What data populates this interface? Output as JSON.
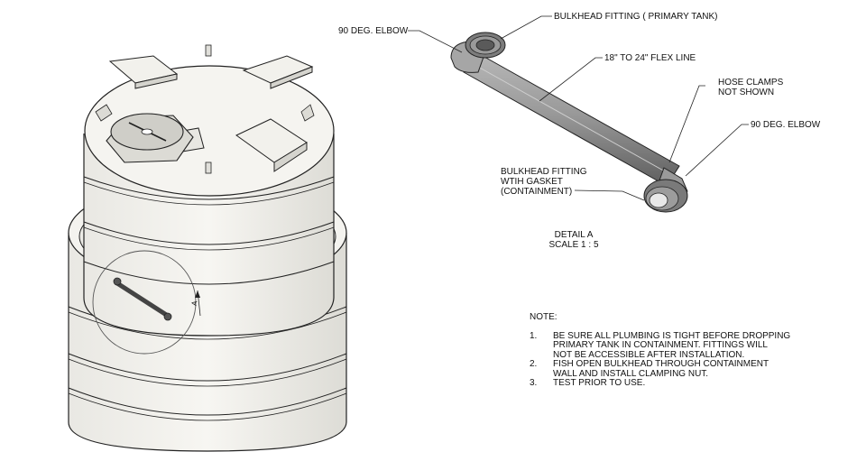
{
  "callouts": {
    "elbow_top": "90 DEG. ELBOW",
    "bulkhead_primary": "BULKHEAD FITTING ( PRIMARY TANK)",
    "flex_line": "18\" TO 24\" FLEX LINE",
    "hose_clamps_line1": "HOSE CLAMPS",
    "hose_clamps_line2": "NOT SHOWN",
    "elbow_right": "90 DEG. ELBOW",
    "bulkhead_containment_line1": "BULKHEAD FITTING",
    "bulkhead_containment_line2": "WTIH GASKET",
    "bulkhead_containment_line3": "(CONTAINMENT)"
  },
  "detail": {
    "title": "DETAIL A",
    "scale": "SCALE 1 : 5",
    "marker": "A"
  },
  "notes": {
    "heading": "NOTE:",
    "items": [
      {
        "num": "1.",
        "lines": [
          "BE SURE ALL PLUMBING IS TIGHT BEFORE DROPPING",
          "PRIMARY TANK IN CONTAINMENT. FITTINGS WILL",
          "NOT BE ACCESSIBLE AFTER INSTALLATION."
        ]
      },
      {
        "num": "2.",
        "lines": [
          "FISH OPEN BULKHEAD THROUGH CONTAINMENT",
          "WALL AND INSTALL CLAMPING NUT."
        ]
      },
      {
        "num": "3.",
        "lines": [
          "TEST PRIOR TO USE."
        ]
      }
    ]
  }
}
